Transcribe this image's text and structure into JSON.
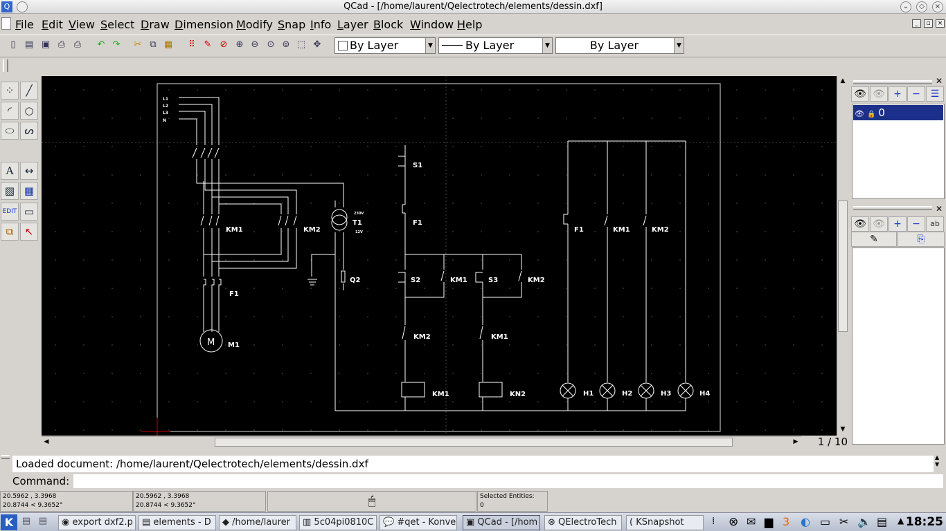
{
  "window": {
    "title": "QCad - [/home/laurent/Qelectrotech/elements/dessin.dxf]"
  },
  "menu": [
    "File",
    "Edit",
    "View",
    "Select",
    "Draw",
    "Dimension",
    "Modify",
    "Snap",
    "Info",
    "Layer",
    "Block",
    "Window",
    "Help"
  ],
  "toolbar": {
    "color_select": "By Layer",
    "linetype_select": "By Layer",
    "linewidth_select": "By Layer"
  },
  "layers": {
    "items": [
      {
        "name": "0"
      }
    ]
  },
  "drawing": {
    "labels": {
      "l1": "L1",
      "l2": "L2",
      "l3": "L3",
      "n": "N",
      "km1_power": "KM1",
      "km2_power": "KM2",
      "f1_power": "F1",
      "m1": "M1",
      "t1": "T1",
      "t1_primary": "230V",
      "t1_secondary": "12V",
      "q2": "Q2",
      "s1": "S1",
      "f1_ctrl": "F1",
      "s2": "S2",
      "km1_ctrl": "KM1",
      "s3": "S3",
      "km2_ctrl": "KM2",
      "km2_interlock": "KM2",
      "km1_interlock": "KM1",
      "coil1": "KM1",
      "coil2": "KN2",
      "f1_aux": "F1",
      "km1_aux": "KM1",
      "km2_aux": "KM2",
      "h1": "H1",
      "h2": "H2",
      "h3": "H3",
      "h4": "H4",
      "motor_symbol": "M"
    }
  },
  "page_indicator": "1 / 10",
  "history": "Loaded document: /home/laurent/Qelectrotech/elements/dessin.dxf",
  "command": {
    "label": "Command:",
    "value": ""
  },
  "status": {
    "abs_coord_1": "20.5962 , 3.3968",
    "abs_coord_2": "20.8744 < 9.3652°",
    "rel_coord_1": "20.5962 , 3.3968",
    "rel_coord_2": "20.8744 < 9.3652°",
    "selected_label": "Selected Entities:",
    "selected_value": "0"
  },
  "taskbar": {
    "tasks": [
      "export dxf2.p",
      "elements - D",
      "/home/laurer",
      "5c04pi0810C",
      "#qet - Konve",
      "QCad - [/hom",
      "QElectroTech",
      "KSnapshot"
    ],
    "clock": "18:25"
  }
}
